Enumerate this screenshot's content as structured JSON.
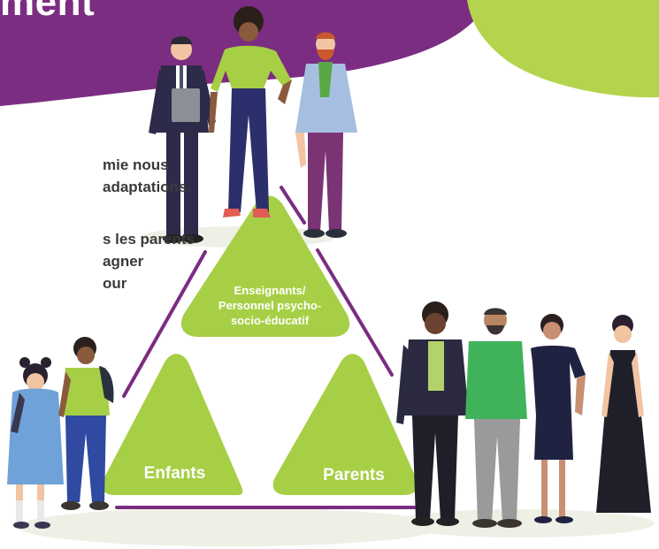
{
  "header": {
    "title": "ment",
    "banner_color": "#7b2d82",
    "corner_color": "#b5d44d"
  },
  "text": {
    "para1_lines": [
      "mie nous",
      "adaptations."
    ],
    "para2_lines": [
      "s les parents",
      "agner",
      "our"
    ]
  },
  "triangle": {
    "fill_color": "#a7cf45",
    "line_color": "#7b2d82",
    "top_label_lines": [
      "Enseignants/",
      "Personnel psycho-",
      "socio-éducatif"
    ],
    "left_label": "Enfants",
    "right_label": "Parents"
  },
  "figures": [
    {
      "name": "teacher-man-figure",
      "icon": "person-suit-clipboard-icon"
    },
    {
      "name": "teacher-woman-figure",
      "icon": "person-green-top-icon"
    },
    {
      "name": "teacher-bearded-figure",
      "icon": "person-scarf-icon"
    },
    {
      "name": "child-girl-figure",
      "icon": "child-girl-icon"
    },
    {
      "name": "child-boy-figure",
      "icon": "child-boy-icon"
    },
    {
      "name": "parent-1-figure",
      "icon": "person-blazer-icon"
    },
    {
      "name": "parent-2-figure",
      "icon": "person-sweater-icon"
    },
    {
      "name": "parent-3-figure",
      "icon": "person-dress-icon"
    },
    {
      "name": "parent-4-figure",
      "icon": "person-long-dress-icon"
    }
  ]
}
